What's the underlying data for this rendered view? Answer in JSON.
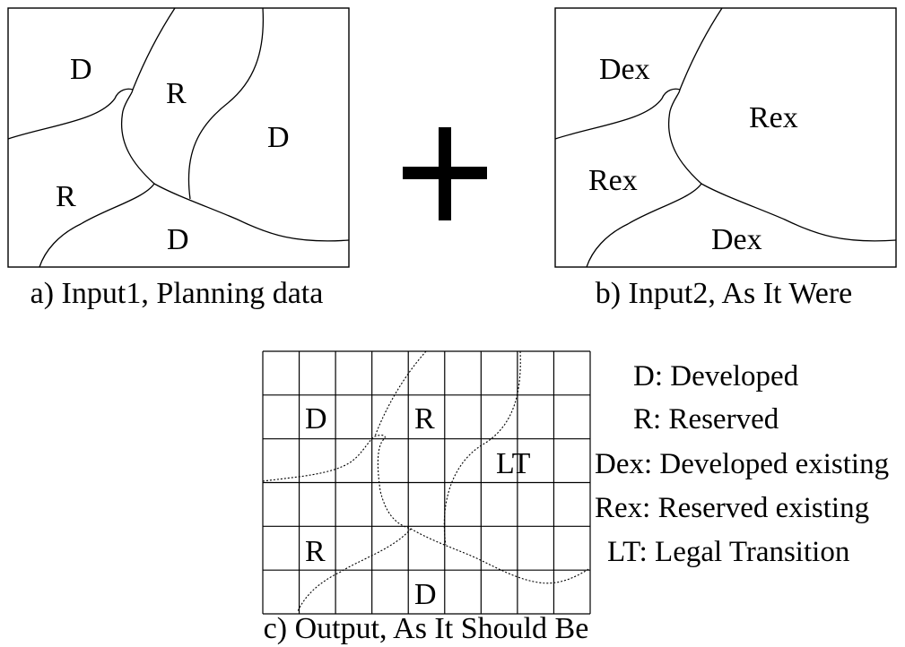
{
  "panel_a": {
    "regions": [
      "D",
      "R",
      "D",
      "R",
      "D"
    ],
    "caption": "a) Input1, Planning data"
  },
  "operator": "+",
  "panel_b": {
    "regions": [
      "Dex",
      "Rex",
      "Rex",
      "Dex"
    ],
    "caption": "b) Input2, As It Were"
  },
  "panel_c": {
    "regions": [
      "D",
      "R",
      "LT",
      "R",
      "D"
    ],
    "caption": "c) Output, As It Should Be",
    "grid": {
      "columns": 9,
      "rows": 6
    }
  },
  "legend": [
    "D: Developed",
    "R: Reserved",
    "Dex: Developed existing",
    "Rex: Reserved existing",
    "LT: Legal Transition"
  ]
}
